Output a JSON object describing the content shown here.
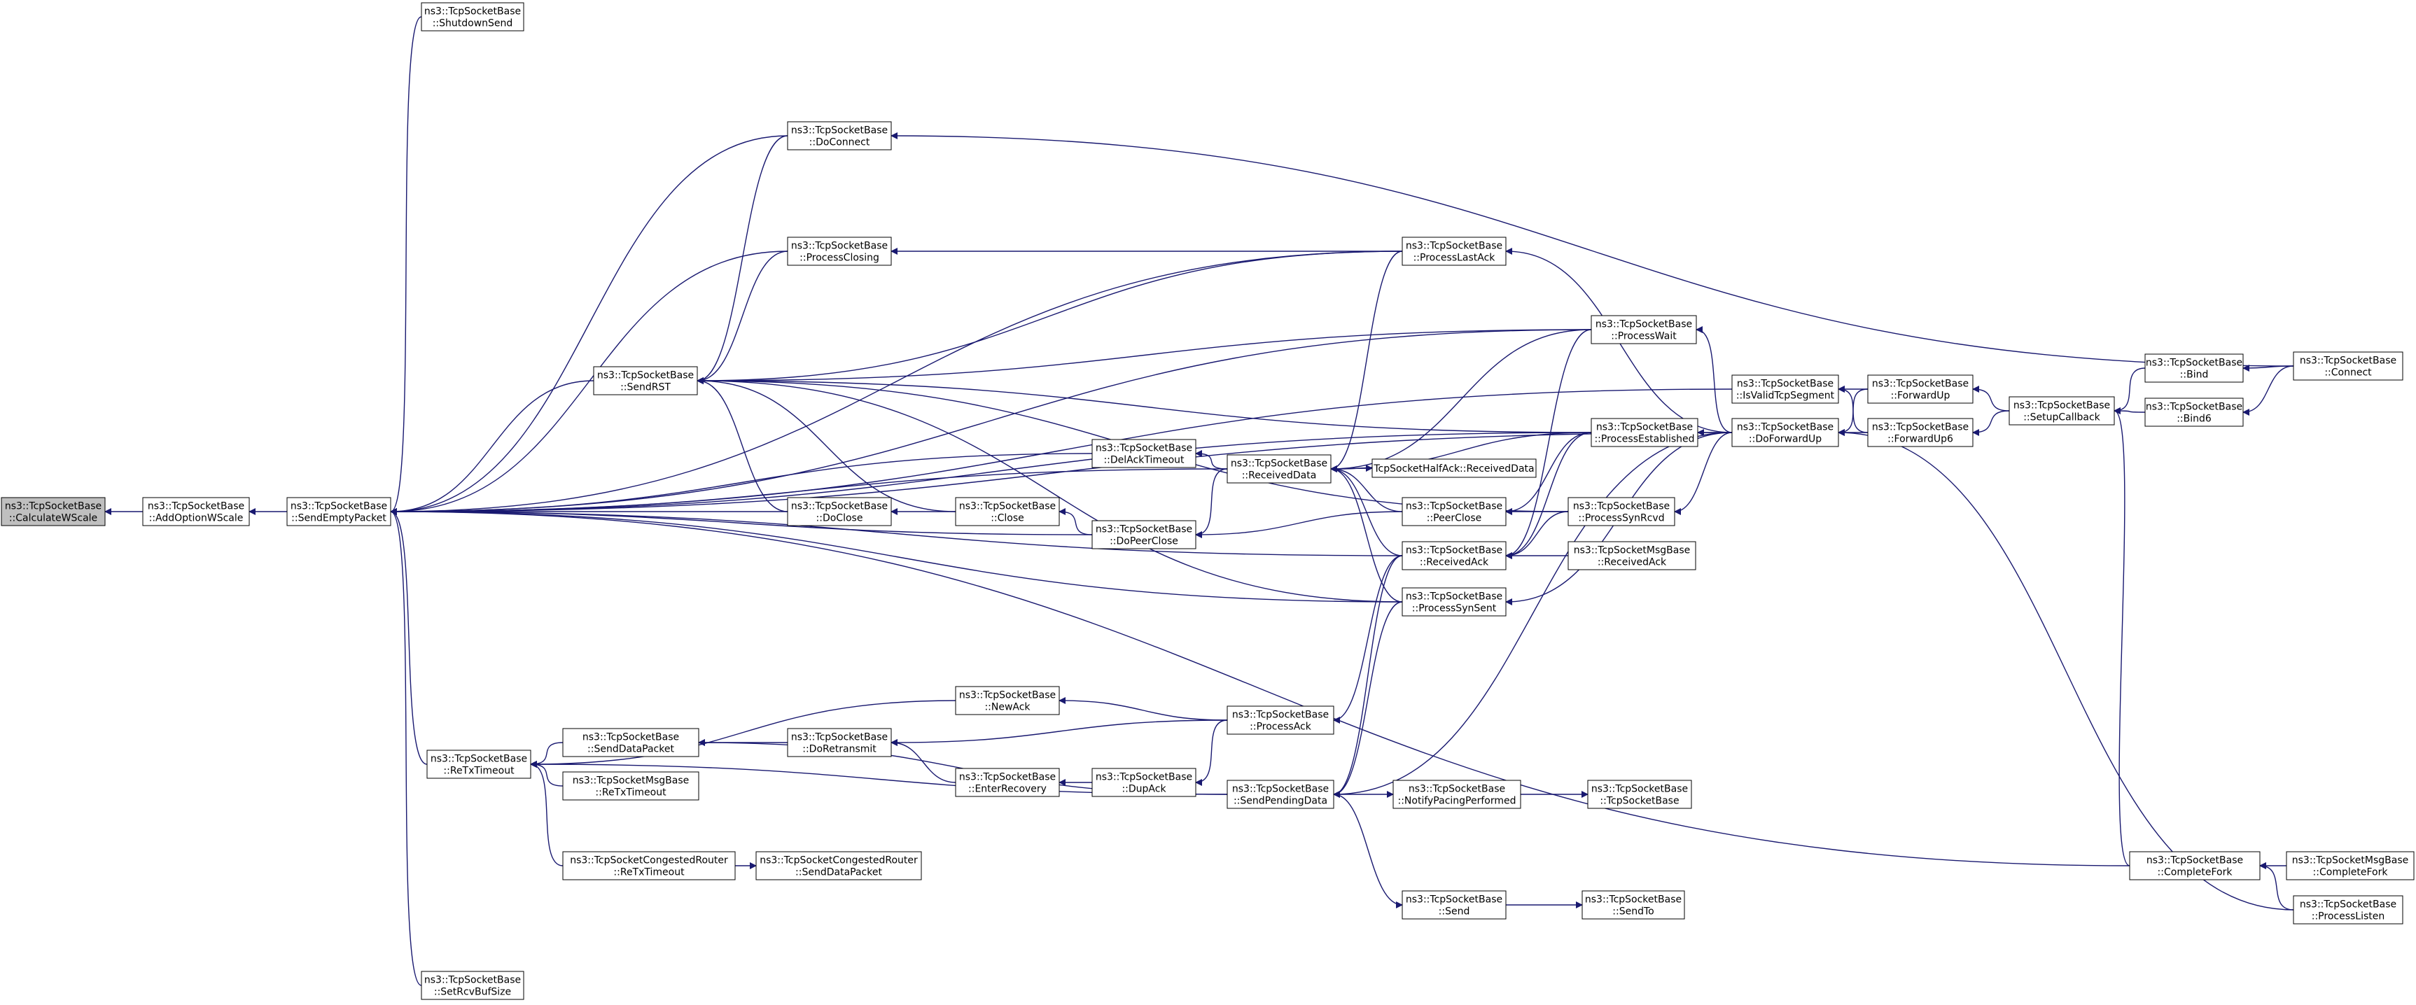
{
  "diagram": {
    "colors": {
      "edge": "#191970",
      "node_border": "#000000",
      "node_fill": "#ffffff",
      "highlight_fill": "#bfbfbf"
    },
    "nodes": [
      {
        "id": "n0",
        "lines": [
          "ns3::TcpSocketBase",
          "::CalculateWScale"
        ],
        "highlight": true
      },
      {
        "id": "n1",
        "lines": [
          "ns3::TcpSocketBase",
          "::AddOptionWScale"
        ]
      },
      {
        "id": "n2",
        "lines": [
          "ns3::TcpSocketBase",
          "::SendEmptyPacket"
        ]
      },
      {
        "id": "n3",
        "lines": [
          "ns3::TcpSocketBase",
          "::ShutdownSend"
        ]
      },
      {
        "id": "n4",
        "lines": [
          "ns3::TcpSocketBase",
          "::DoConnect"
        ]
      },
      {
        "id": "n5",
        "lines": [
          "ns3::TcpSocketBase",
          "::ProcessClosing"
        ]
      },
      {
        "id": "n6",
        "lines": [
          "ns3::TcpSocketBase",
          "::SendRST"
        ]
      },
      {
        "id": "n7",
        "lines": [
          "ns3::TcpSocketBase",
          "::DoClose"
        ]
      },
      {
        "id": "n8",
        "lines": [
          "ns3::TcpSocketBase",
          "::ReTxTimeout"
        ]
      },
      {
        "id": "n9",
        "lines": [
          "ns3::TcpSocketBase",
          "::SetRcvBufSize"
        ]
      },
      {
        "id": "n10",
        "lines": [
          "ns3::TcpSocketBase",
          "::DelAckTimeout"
        ]
      },
      {
        "id": "n11",
        "lines": [
          "ns3::TcpSocketBase",
          "::Close"
        ]
      },
      {
        "id": "n12",
        "lines": [
          "ns3::TcpSocketBase",
          "::DoPeerClose"
        ]
      },
      {
        "id": "n13",
        "lines": [
          "ns3::TcpSocketBase",
          "::ReceivedData"
        ]
      },
      {
        "id": "n14",
        "lines": [
          "TcpSocketHalfAck::ReceivedData"
        ]
      },
      {
        "id": "n15",
        "lines": [
          "ns3::TcpSocketBase",
          "::ProcessLastAck"
        ]
      },
      {
        "id": "n16",
        "lines": [
          "ns3::TcpSocketBase",
          "::ProcessWait"
        ]
      },
      {
        "id": "n17",
        "lines": [
          "ns3::TcpSocketBase",
          "::ProcessEstablished"
        ]
      },
      {
        "id": "n18",
        "lines": [
          "ns3::TcpSocketBase",
          "::PeerClose"
        ]
      },
      {
        "id": "n19",
        "lines": [
          "ns3::TcpSocketBase",
          "::ProcessSynRcvd"
        ]
      },
      {
        "id": "n20",
        "lines": [
          "ns3::TcpSocketBase",
          "::ReceivedAck"
        ]
      },
      {
        "id": "n21",
        "lines": [
          "ns3::TcpSocketMsgBase",
          "::ReceivedAck"
        ]
      },
      {
        "id": "n22",
        "lines": [
          "ns3::TcpSocketBase",
          "::ProcessSynSent"
        ]
      },
      {
        "id": "n23",
        "lines": [
          "ns3::TcpSocketBase",
          "::DoForwardUp"
        ]
      },
      {
        "id": "n24",
        "lines": [
          "ns3::TcpSocketBase",
          "::IsValidTcpSegment"
        ]
      },
      {
        "id": "n25",
        "lines": [
          "ns3::TcpSocketBase",
          "::ForwardUp"
        ]
      },
      {
        "id": "n26",
        "lines": [
          "ns3::TcpSocketBase",
          "::ForwardUp6"
        ]
      },
      {
        "id": "n27",
        "lines": [
          "ns3::TcpSocketBase",
          "::SetupCallback"
        ]
      },
      {
        "id": "n28",
        "lines": [
          "ns3::TcpSocketBase",
          "::Bind"
        ]
      },
      {
        "id": "n29",
        "lines": [
          "ns3::TcpSocketBase",
          "::Bind6"
        ]
      },
      {
        "id": "n30",
        "lines": [
          "ns3::TcpSocketBase",
          "::Connect"
        ]
      },
      {
        "id": "n31",
        "lines": [
          "ns3::TcpSocketBase",
          "::NewAck"
        ]
      },
      {
        "id": "n32",
        "lines": [
          "ns3::TcpSocketBase",
          "::ProcessAck"
        ]
      },
      {
        "id": "n33",
        "lines": [
          "ns3::TcpSocketBase",
          "::SendDataPacket"
        ]
      },
      {
        "id": "n34",
        "lines": [
          "ns3::TcpSocketBase",
          "::DoRetransmit"
        ]
      },
      {
        "id": "n35",
        "lines": [
          "ns3::TcpSocketMsgBase",
          "::ReTxTimeout"
        ]
      },
      {
        "id": "n36",
        "lines": [
          "ns3::TcpSocketBase",
          "::EnterRecovery"
        ]
      },
      {
        "id": "n37",
        "lines": [
          "ns3::TcpSocketBase",
          "::DupAck"
        ]
      },
      {
        "id": "n38",
        "lines": [
          "ns3::TcpSocketBase",
          "::SendPendingData"
        ]
      },
      {
        "id": "n39",
        "lines": [
          "ns3::TcpSocketBase",
          "::NotifyPacingPerformed"
        ]
      },
      {
        "id": "n40",
        "lines": [
          "ns3::TcpSocketBase",
          "::TcpSocketBase"
        ]
      },
      {
        "id": "n41",
        "lines": [
          "ns3::TcpSocketCongestedRouter",
          "::ReTxTimeout"
        ]
      },
      {
        "id": "n42",
        "lines": [
          "ns3::TcpSocketCongestedRouter",
          "::SendDataPacket"
        ]
      },
      {
        "id": "n43",
        "lines": [
          "ns3::TcpSocketBase",
          "::Send"
        ]
      },
      {
        "id": "n44",
        "lines": [
          "ns3::TcpSocketBase",
          "::SendTo"
        ]
      },
      {
        "id": "n45",
        "lines": [
          "ns3::TcpSocketBase",
          "::CompleteFork"
        ]
      },
      {
        "id": "n46",
        "lines": [
          "ns3::TcpSocketMsgBase",
          "::CompleteFork"
        ]
      },
      {
        "id": "n47",
        "lines": [
          "ns3::TcpSocketBase",
          "::ProcessListen"
        ]
      }
    ],
    "edges": [
      {
        "from": "n1",
        "to": "n0"
      },
      {
        "from": "n2",
        "to": "n1"
      },
      {
        "from": "n3",
        "to": "n2"
      },
      {
        "from": "n4",
        "to": "n2"
      },
      {
        "from": "n5",
        "to": "n2"
      },
      {
        "from": "n6",
        "to": "n2"
      },
      {
        "from": "n7",
        "to": "n2"
      },
      {
        "from": "n8",
        "to": "n2"
      },
      {
        "from": "n9",
        "to": "n2"
      },
      {
        "from": "n10",
        "to": "n2"
      },
      {
        "from": "n12",
        "to": "n2"
      },
      {
        "from": "n13",
        "to": "n2"
      },
      {
        "from": "n15",
        "to": "n2"
      },
      {
        "from": "n16",
        "to": "n2"
      },
      {
        "from": "n17",
        "to": "n2"
      },
      {
        "from": "n20",
        "to": "n2"
      },
      {
        "from": "n22",
        "to": "n2"
      },
      {
        "from": "n23",
        "to": "n2"
      },
      {
        "from": "n24",
        "to": "n2"
      },
      {
        "from": "n45",
        "to": "n2"
      },
      {
        "from": "n30",
        "to": "n4"
      },
      {
        "from": "n15",
        "to": "n5"
      },
      {
        "from": "n4",
        "to": "n6"
      },
      {
        "from": "n5",
        "to": "n6"
      },
      {
        "from": "n7",
        "to": "n6"
      },
      {
        "from": "n11",
        "to": "n6"
      },
      {
        "from": "n15",
        "to": "n6"
      },
      {
        "from": "n16",
        "to": "n6"
      },
      {
        "from": "n17",
        "to": "n6"
      },
      {
        "from": "n19",
        "to": "n6"
      },
      {
        "from": "n22",
        "to": "n6"
      },
      {
        "from": "n11",
        "to": "n7"
      },
      {
        "from": "n12",
        "to": "n11"
      },
      {
        "from": "n13",
        "to": "n10"
      },
      {
        "from": "n13",
        "to": "n12"
      },
      {
        "from": "n18",
        "to": "n12"
      },
      {
        "from": "n15",
        "to": "n13"
      },
      {
        "from": "n16",
        "to": "n13"
      },
      {
        "from": "n17",
        "to": "n13"
      },
      {
        "from": "n18",
        "to": "n13"
      },
      {
        "from": "n20",
        "to": "n13"
      },
      {
        "from": "n22",
        "to": "n13"
      },
      {
        "from": "n13",
        "to": "n14"
      },
      {
        "from": "n23",
        "to": "n15"
      },
      {
        "from": "n23",
        "to": "n16"
      },
      {
        "from": "n23",
        "to": "n17"
      },
      {
        "from": "n17",
        "to": "n18"
      },
      {
        "from": "n19",
        "to": "n18"
      },
      {
        "from": "n23",
        "to": "n19"
      },
      {
        "from": "n16",
        "to": "n20"
      },
      {
        "from": "n17",
        "to": "n20"
      },
      {
        "from": "n19",
        "to": "n20"
      },
      {
        "from": "n21",
        "to": "n20"
      },
      {
        "from": "n23",
        "to": "n22"
      },
      {
        "from": "n25",
        "to": "n23"
      },
      {
        "from": "n26",
        "to": "n23"
      },
      {
        "from": "n25",
        "to": "n24"
      },
      {
        "from": "n26",
        "to": "n24"
      },
      {
        "from": "n27",
        "to": "n25"
      },
      {
        "from": "n27",
        "to": "n26"
      },
      {
        "from": "n28",
        "to": "n27"
      },
      {
        "from": "n29",
        "to": "n27"
      },
      {
        "from": "n45",
        "to": "n27"
      },
      {
        "from": "n30",
        "to": "n28"
      },
      {
        "from": "n30",
        "to": "n29"
      },
      {
        "from": "n46",
        "to": "n45"
      },
      {
        "from": "n47",
        "to": "n45"
      },
      {
        "from": "n47",
        "to": "n23"
      },
      {
        "from": "n31",
        "to": "n8"
      },
      {
        "from": "n33",
        "to": "n8"
      },
      {
        "from": "n35",
        "to": "n8"
      },
      {
        "from": "n38",
        "to": "n8"
      },
      {
        "from": "n41",
        "to": "n8"
      },
      {
        "from": "n32",
        "to": "n31"
      },
      {
        "from": "n20",
        "to": "n32"
      },
      {
        "from": "n34",
        "to": "n33"
      },
      {
        "from": "n38",
        "to": "n33"
      },
      {
        "from": "n36",
        "to": "n34"
      },
      {
        "from": "n32",
        "to": "n34"
      },
      {
        "from": "n37",
        "to": "n36"
      },
      {
        "from": "n32",
        "to": "n37"
      },
      {
        "from": "n20",
        "to": "n38"
      },
      {
        "from": "n22",
        "to": "n38"
      },
      {
        "from": "n23",
        "to": "n38"
      },
      {
        "from": "n38",
        "to": "n39"
      },
      {
        "from": "n38",
        "to": "n43"
      },
      {
        "from": "n39",
        "to": "n40"
      },
      {
        "from": "n41",
        "to": "n42"
      },
      {
        "from": "n43",
        "to": "n44"
      }
    ]
  }
}
